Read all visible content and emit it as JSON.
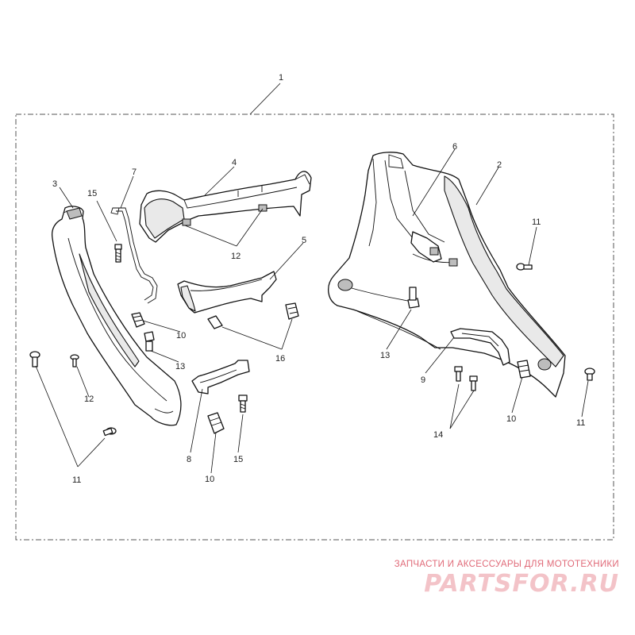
{
  "diagram": {
    "callouts": {
      "c1": "1",
      "c2": "2",
      "c3": "3",
      "c4": "4",
      "c5": "5",
      "c6": "6",
      "c7": "7",
      "c8": "8",
      "c9": "9",
      "c10a": "10",
      "c10b": "10",
      "c10c": "10",
      "c11a": "11",
      "c11b": "11",
      "c11c": "11",
      "c12a": "12",
      "c12b": "12",
      "c13a": "13",
      "c13b": "13",
      "c14": "14",
      "c15a": "15",
      "c15b": "15",
      "c16": "16"
    }
  },
  "watermark": {
    "tagline": "ЗАПЧАСТИ И АКСЕССУАРЫ ДЛЯ МОТОТЕХНИКИ",
    "logo": "PARTSFOR.RU"
  },
  "colors": {
    "line": "#111111",
    "frame": "#555555",
    "watermark_text": "#e06a78",
    "watermark_logo": "#f3c3c8"
  }
}
